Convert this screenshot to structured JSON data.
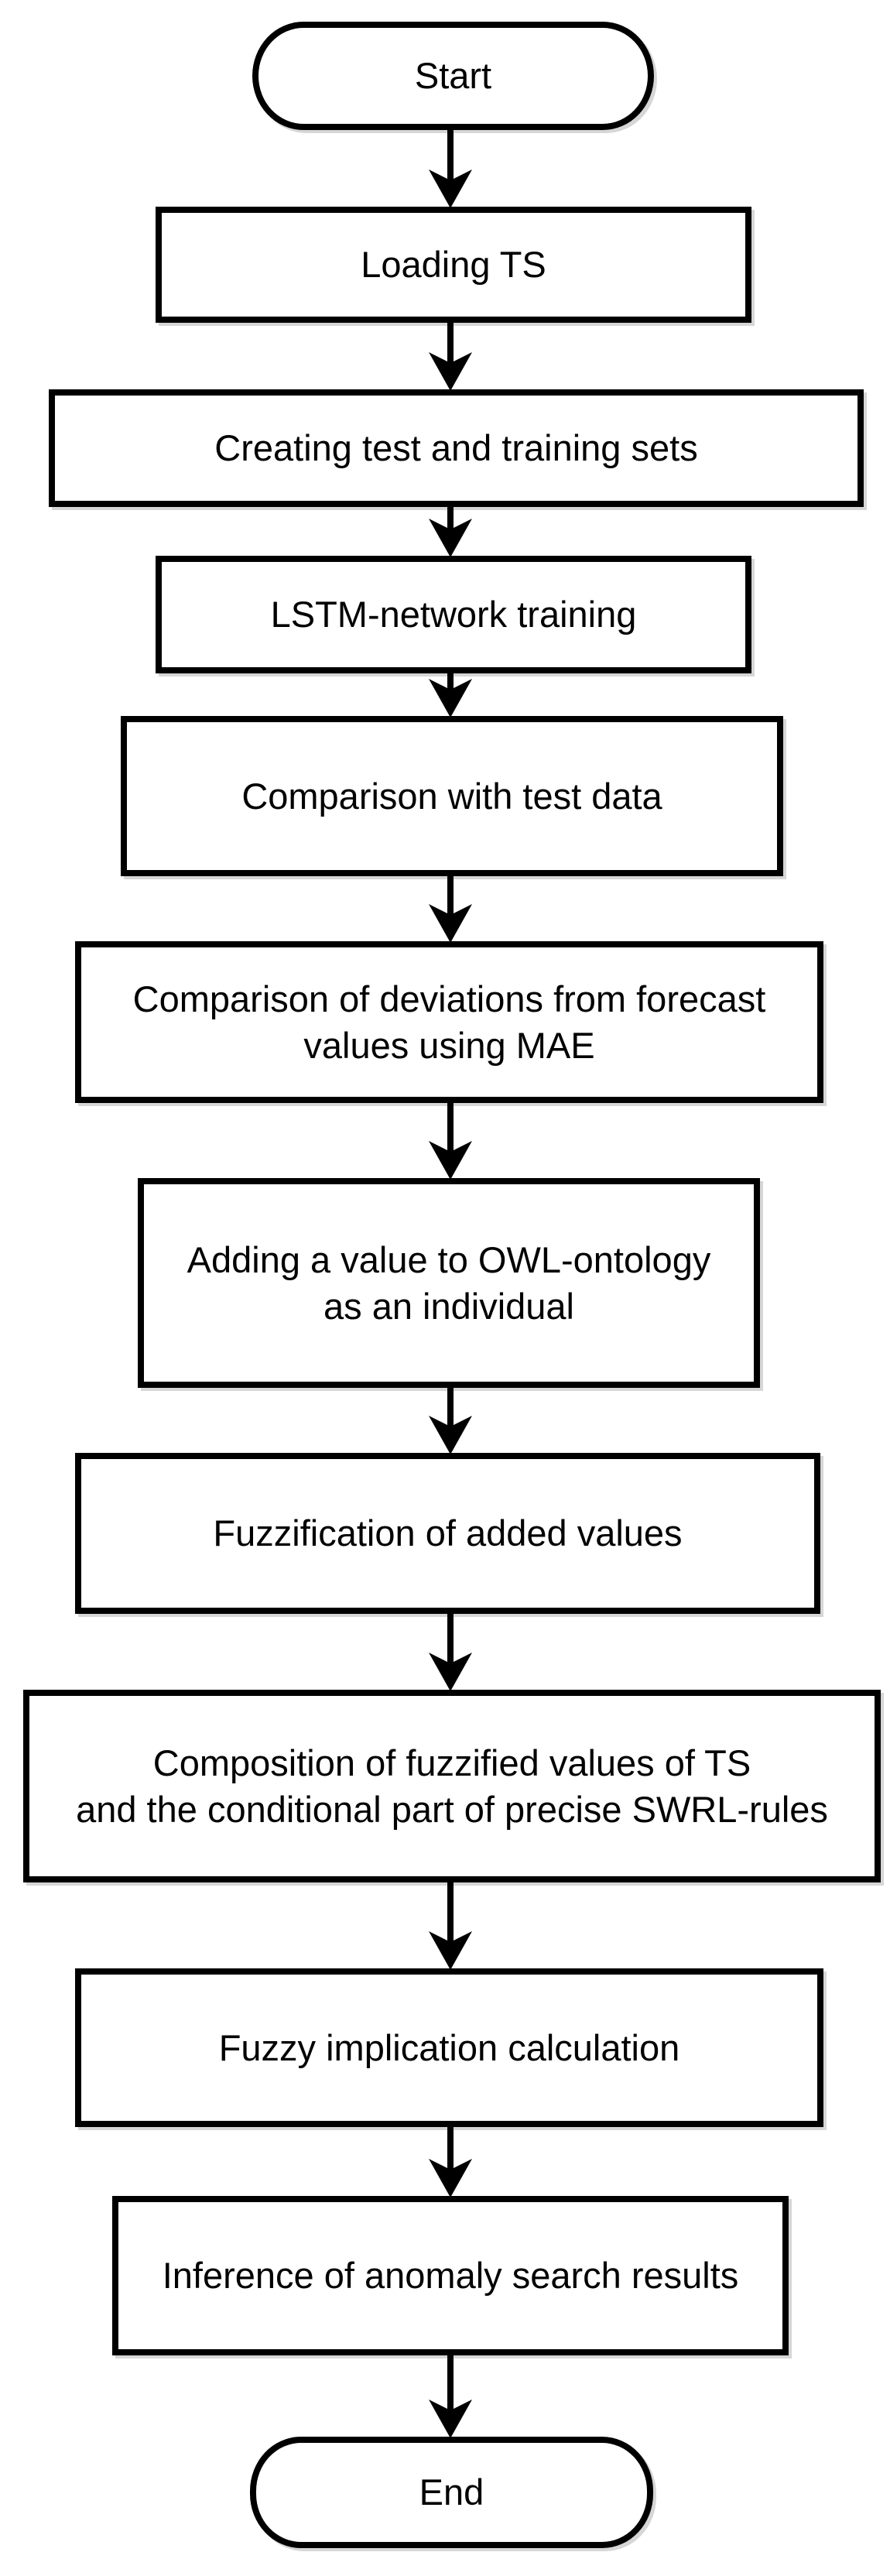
{
  "diagram": {
    "type": "flowchart",
    "colors": {
      "stroke": "#000000",
      "fill": "#ffffff",
      "background": "#ffffff",
      "text": "#000000"
    },
    "nodes": [
      {
        "id": "start",
        "type": "terminator",
        "label": "Start"
      },
      {
        "id": "loading-ts",
        "type": "process",
        "label": "Loading TS"
      },
      {
        "id": "creating-sets",
        "type": "process",
        "label": "Creating test and training sets"
      },
      {
        "id": "lstm-training",
        "type": "process",
        "label": "LSTM-network training"
      },
      {
        "id": "comparison-test-data",
        "type": "process",
        "label": "Comparison with test data"
      },
      {
        "id": "comparison-deviations",
        "type": "process",
        "label": "Comparison of deviations from forecast\nvalues using MAE"
      },
      {
        "id": "adding-value-owl",
        "type": "process",
        "label": "Adding a value to OWL-ontology\nas an individual"
      },
      {
        "id": "fuzzification",
        "type": "process",
        "label": "Fuzzification of added values"
      },
      {
        "id": "composition-swrl",
        "type": "process",
        "label": "Composition of fuzzified values of TS\nand the conditional part of precise SWRL-rules"
      },
      {
        "id": "fuzzy-implication",
        "type": "process",
        "label": "Fuzzy implication calculation"
      },
      {
        "id": "inference-results",
        "type": "process",
        "label": "Inference of anomaly search results"
      },
      {
        "id": "end",
        "type": "terminator",
        "label": "End"
      }
    ],
    "edges": [
      {
        "from": "start",
        "to": "loading-ts"
      },
      {
        "from": "loading-ts",
        "to": "creating-sets"
      },
      {
        "from": "creating-sets",
        "to": "lstm-training"
      },
      {
        "from": "lstm-training",
        "to": "comparison-test-data"
      },
      {
        "from": "comparison-test-data",
        "to": "comparison-deviations"
      },
      {
        "from": "comparison-deviations",
        "to": "adding-value-owl"
      },
      {
        "from": "adding-value-owl",
        "to": "fuzzification"
      },
      {
        "from": "fuzzification",
        "to": "composition-swrl"
      },
      {
        "from": "composition-swrl",
        "to": "fuzzy-implication"
      },
      {
        "from": "fuzzy-implication",
        "to": "inference-results"
      },
      {
        "from": "inference-results",
        "to": "end"
      }
    ]
  }
}
